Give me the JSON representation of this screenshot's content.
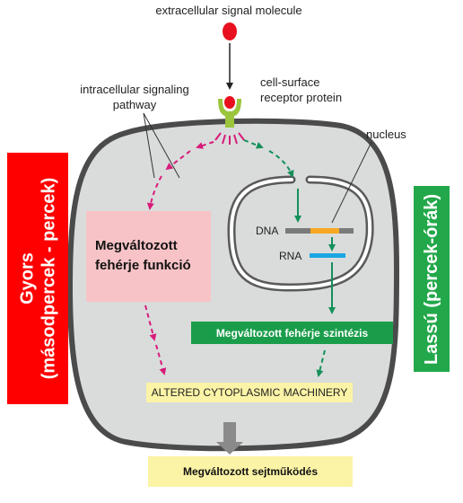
{
  "labels": {
    "signal_molecule": "extracellular signal molecule",
    "receptor_line1": "cell-surface",
    "receptor_line2": "receptor protein",
    "pathway_line1": "intracellular signaling",
    "pathway_line2": "pathway",
    "nucleus": "nucleus",
    "dna": "DNA",
    "rna": "RNA"
  },
  "boxes": {
    "fast_line1": "Gyors",
    "fast_line2": "(másodpercek - percek)",
    "slow": "Lassú (percek-órák)",
    "altered_function_line1": "Megváltozott",
    "altered_function_line2": "fehérje funkció",
    "altered_synthesis": "Megváltozott fehérje szintézis",
    "machinery": "ALTERED CYTOPLASMIC MACHINERY",
    "result": "Megváltozott sejtműködés"
  },
  "colors": {
    "cell_fill": "#d9dcdb",
    "cell_border": "#4b4b4b",
    "fast_arrow": "#d81b7a",
    "slow_arrow": "#14905a",
    "receptor": "#9bc53d",
    "signal_molecule": "#e8101e",
    "dna_gene": "#f7a823",
    "rna": "#1aa6e2"
  }
}
